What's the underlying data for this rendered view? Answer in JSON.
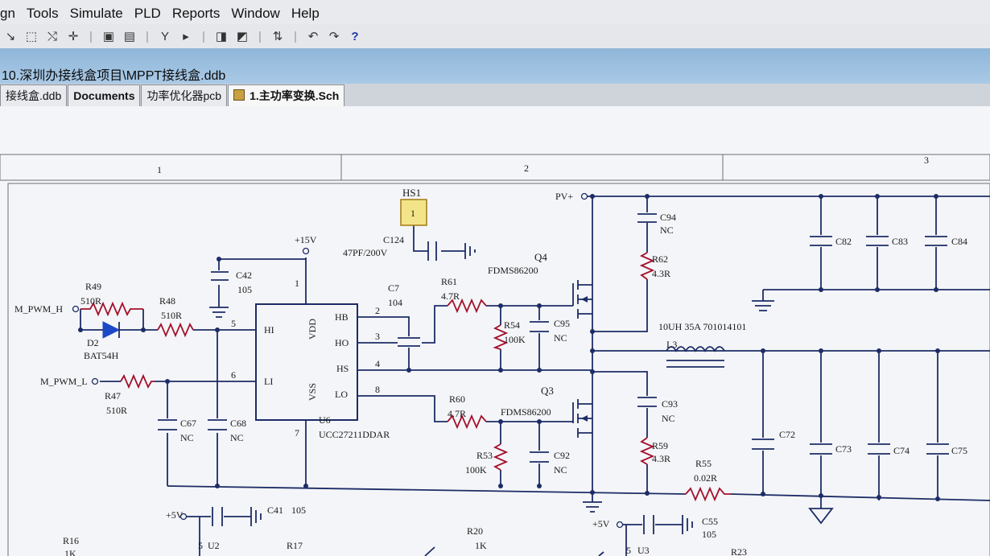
{
  "menu": {
    "items": [
      "gn",
      "Tools",
      "Simulate",
      "PLD",
      "Reports",
      "Window",
      "Help"
    ]
  },
  "window": {
    "title": "10.深圳办接线盒项目\\MPPT接线盒.ddb"
  },
  "tabs": [
    {
      "label": "接线盒.ddb"
    },
    {
      "label": "Documents"
    },
    {
      "label": "功率优化器pcb"
    },
    {
      "label": "1.主功率变换.Sch"
    }
  ],
  "ruler": {
    "zones": [
      "1",
      "2",
      "3"
    ]
  },
  "schematic": {
    "nets": {
      "pv": "PV+",
      "v15": "+15V",
      "v5a": "+5V",
      "v5b": "+5V",
      "pwm_h": "M_PWM_H",
      "pwm_l": "M_PWM_L"
    },
    "components": {
      "hs1": {
        "ref": "HS1",
        "pin": "1"
      },
      "c124": {
        "ref": "C124",
        "value": "47PF/200V"
      },
      "c42": {
        "ref": "C42",
        "value": "105"
      },
      "r49": {
        "ref": "R49",
        "value": "510R"
      },
      "r48": {
        "ref": "R48",
        "value": "510R"
      },
      "d2": {
        "ref": "D2",
        "value": "BAT54H"
      },
      "r47": {
        "ref": "R47",
        "value": "510R"
      },
      "c67": {
        "ref": "C67",
        "value": "NC"
      },
      "c68": {
        "ref": "C68",
        "value": "NC"
      },
      "u6": {
        "ref": "U6",
        "part": "UCC27211DDAR",
        "vdd": "VDD",
        "vss": "VSS",
        "hb": "HB",
        "ho": "HO",
        "hs": "HS",
        "lo": "LO",
        "hi": "HI",
        "li": "LI",
        "p1": "1",
        "p2": "2",
        "p3": "3",
        "p4": "4",
        "p5": "5",
        "p6": "6",
        "p7": "7",
        "p8": "8"
      },
      "c7": {
        "ref": "C7",
        "value": "104"
      },
      "r61": {
        "ref": "R61",
        "value": "4.7R"
      },
      "r54": {
        "ref": "R54",
        "value": "100K"
      },
      "c95": {
        "ref": "C95",
        "value": "NC"
      },
      "q4": {
        "ref": "Q4",
        "part": "FDMS86200"
      },
      "r60": {
        "ref": "R60",
        "value": "4.7R"
      },
      "r53": {
        "ref": "R53",
        "value": "100K"
      },
      "c92": {
        "ref": "C92",
        "value": "NC"
      },
      "q3": {
        "ref": "Q3",
        "part": "FDMS86200"
      },
      "c94": {
        "ref": "C94",
        "value": "NC"
      },
      "r62": {
        "ref": "R62",
        "value": "4.3R"
      },
      "c93": {
        "ref": "C93",
        "value": "NC"
      },
      "r59": {
        "ref": "R59",
        "value": "4.3R"
      },
      "l3": {
        "ref": "L3",
        "value": "10UH 35A 701014101"
      },
      "c82": {
        "ref": "C82"
      },
      "c83": {
        "ref": "C83"
      },
      "c84": {
        "ref": "C84"
      },
      "c72": {
        "ref": "C72"
      },
      "c73": {
        "ref": "C73"
      },
      "c74": {
        "ref": "C74"
      },
      "c75": {
        "ref": "C75"
      },
      "r55": {
        "ref": "R55",
        "value": "0.02R"
      },
      "c41": {
        "ref": "C41",
        "value": "105"
      },
      "c55": {
        "ref": "C55",
        "value": "105"
      },
      "r16": {
        "ref": "R16",
        "value": "1K"
      },
      "r17": {
        "ref": "R17"
      },
      "r20": {
        "ref": "R20",
        "value": "1K"
      },
      "r23": {
        "ref": "R23"
      },
      "u2": {
        "ref": "U2",
        "pin": "5"
      },
      "u3": {
        "ref": "U3",
        "pin": "5"
      }
    }
  },
  "colors": {
    "wire": "#1c2c66",
    "component": "#a3102a",
    "hs1_fill": "#f3e48a",
    "sheet": "#f4f5f8",
    "titlebar": "#9fc0df"
  }
}
